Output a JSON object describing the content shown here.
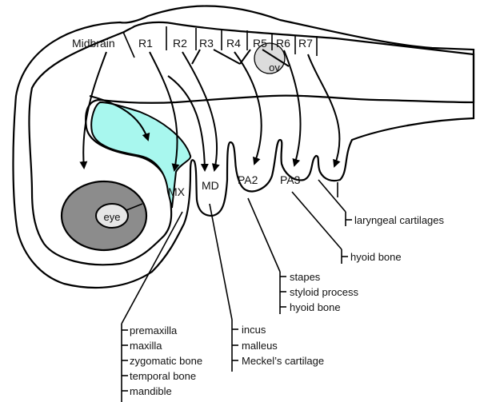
{
  "colors": {
    "ectoderm": "#a8f7ee",
    "neural": "#8ef77a",
    "eye_ring": "#8c8c8c",
    "eye_core": "#e6e6e6",
    "otic_vesicle": "#dcdcdc",
    "outline": "#000000"
  },
  "brain_regions": {
    "midbrain": "Midbrain",
    "rhombomeres": [
      "R1",
      "R2",
      "R3",
      "R4",
      "R5",
      "R6",
      "R7"
    ]
  },
  "structures": {
    "otic_vesicle": "ov",
    "eye": "eye",
    "arches": [
      "MX",
      "MD",
      "PA2",
      "PA3"
    ]
  },
  "derivatives": {
    "mx": [
      "premaxilla",
      "maxilla",
      "zygomatic bone",
      "temporal bone",
      "mandible"
    ],
    "md": [
      "incus",
      "malleus",
      "Meckel’s cartilage"
    ],
    "pa2": [
      "stapes",
      "styloid process",
      "hyoid bone"
    ],
    "pa3": [
      "hyoid bone"
    ],
    "pa4": [
      "laryngeal cartilages"
    ]
  }
}
